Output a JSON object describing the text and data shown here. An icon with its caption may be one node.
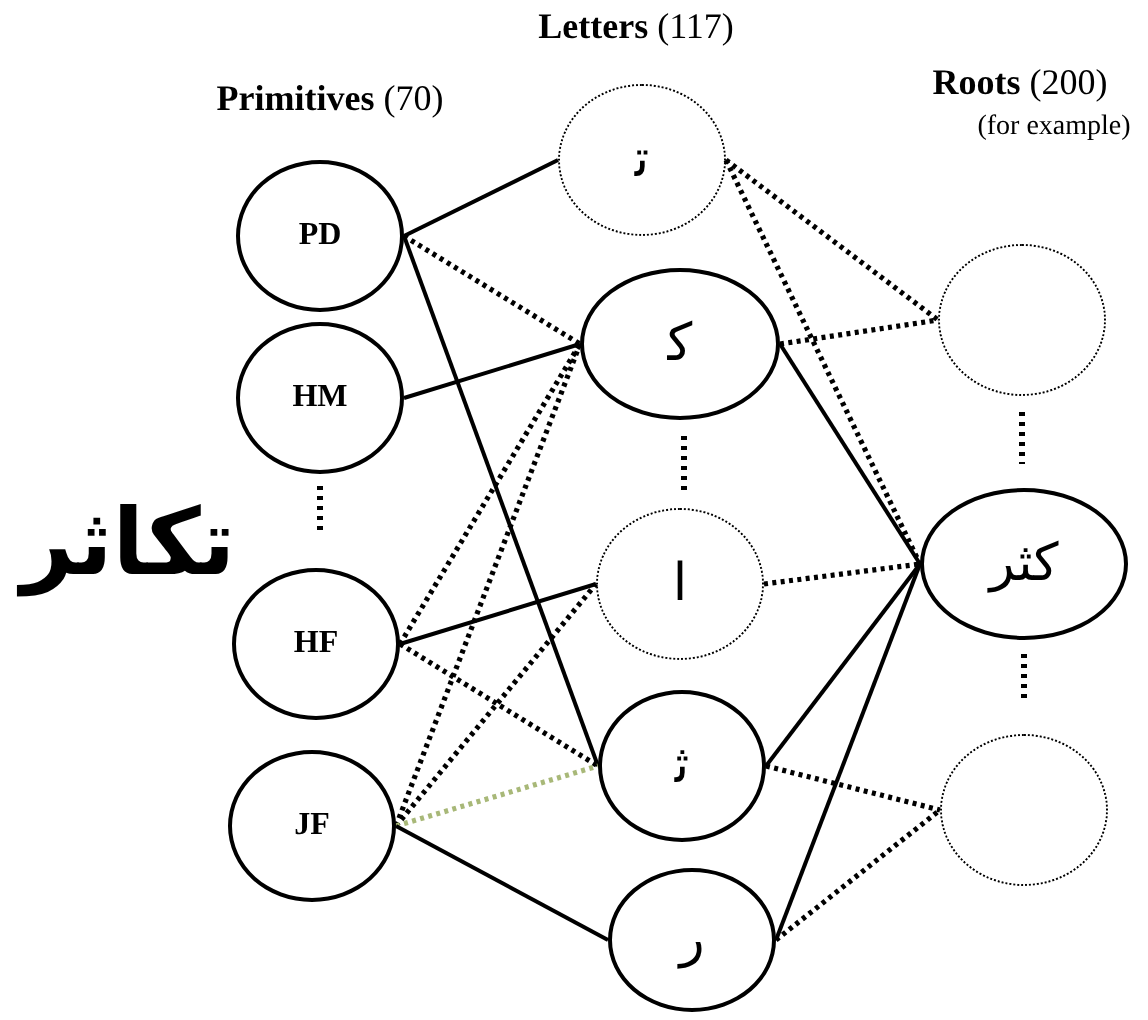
{
  "diagram": {
    "nodes": [
      {
        "text": [
          "PD"
        ]
      },
      {
        "text": [
          "HM"
        ]
      },
      {
        "text": [
          "HF"
        ]
      },
      {
        "text": [
          "JF"
        ]
      },
      {
        "text": [
          "ﺗ"
        ]
      },
      {
        "text": [
          "ﻛ"
        ]
      },
      {
        "text": [
          "ا"
        ]
      },
      {
        "text": [
          "ﺛ"
        ]
      },
      {
        "text": [
          "ر"
        ]
      },
      {
        "text": [],
        "shape": "circle"
      },
      {
        "text": [
          "كثر"
        ]
      },
      {
        "text": [],
        "shape": "circle"
      }
    ],
    "edges": [
      {
        "from": 0,
        "to": 4,
        "arrow": "none"
      },
      {
        "from": 0,
        "to": 5,
        "arrow": "none",
        "style": "dashed"
      },
      {
        "from": 0,
        "to": 7,
        "arrow": "none"
      },
      {
        "from": 1,
        "to": 5,
        "arrow": "none"
      },
      {
        "from": 2,
        "to": 5,
        "arrow": "none",
        "style": "dashed"
      },
      {
        "from": 2,
        "to": 6,
        "arrow": "none"
      },
      {
        "from": 2,
        "to": 7,
        "arrow": "none",
        "style": "dashed"
      },
      {
        "from": 3,
        "to": 5,
        "arrow": "none",
        "style": "dashed"
      },
      {
        "from": 3,
        "to": 6,
        "arrow": "none",
        "style": "dashed"
      },
      {
        "from": 3,
        "to": 7,
        "arrow": "none",
        "style": "dashed",
        "color": "#a8b878"
      },
      {
        "from": 3,
        "to": 8,
        "arrow": "none"
      },
      {
        "from": 4,
        "to": 9,
        "arrow": "none",
        "style": "dashed"
      },
      {
        "from": 4,
        "to": 10,
        "arrow": "none",
        "style": "dashed"
      },
      {
        "from": 5,
        "to": 9,
        "arrow": "none",
        "style": "dashed"
      },
      {
        "from": 5,
        "to": 10,
        "arrow": "none"
      },
      {
        "from": 6,
        "to": 10,
        "arrow": "none",
        "style": "dashed"
      },
      {
        "from": 7,
        "to": 10,
        "arrow": "none"
      },
      {
        "from": 7,
        "to": 11,
        "arrow": "none",
        "style": "dashed"
      },
      {
        "from": 8,
        "to": 10,
        "arrow": "none"
      },
      {
        "from": 8,
        "to": 11,
        "arrow": "none",
        "style": "dashed"
      }
    ],
    "labels": [
      "**Letters** (117)",
      "**Primitives** (70)",
      "**Roots** (200)",
      "(for example)",
      "تكاثر"
    ]
  }
}
